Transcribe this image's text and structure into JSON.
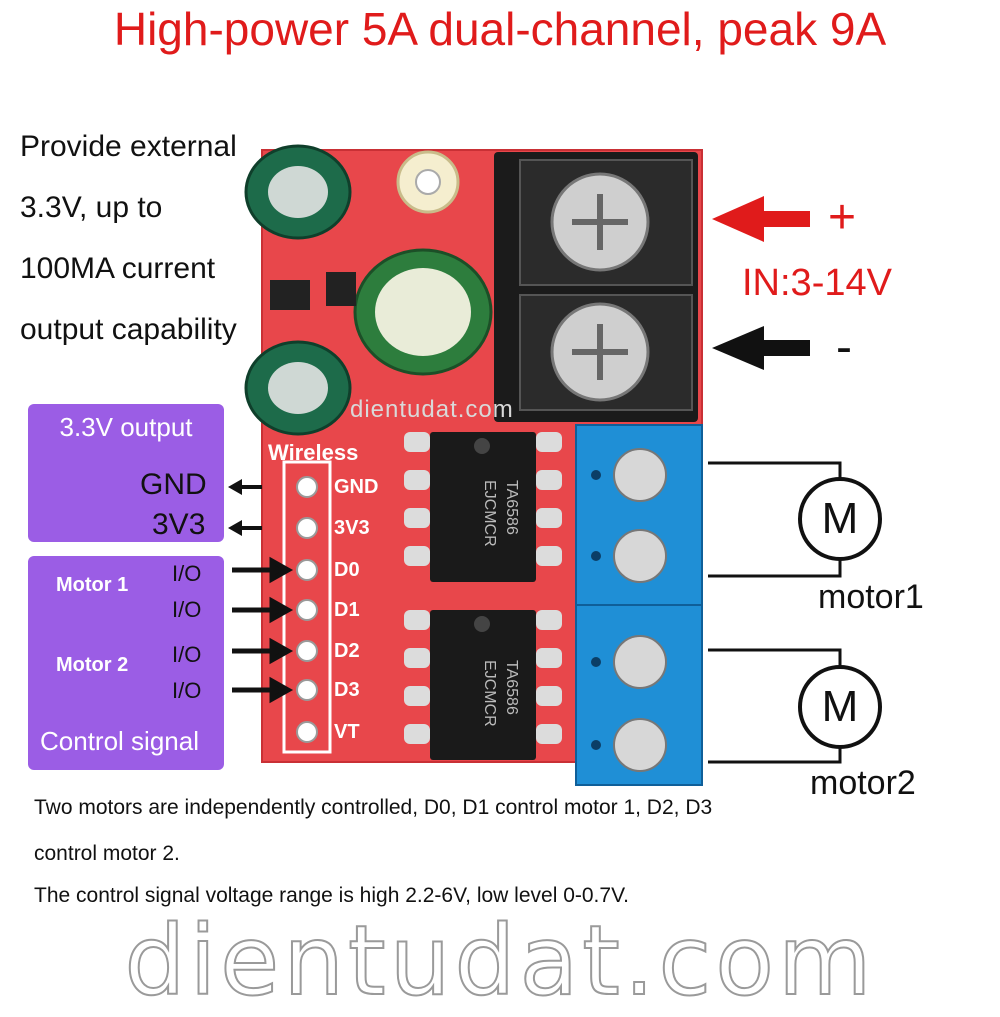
{
  "title": "High-power 5A dual-channel, peak 9A",
  "external_note": [
    "Provide external",
    "3.3V, up to",
    "100MA current",
    "output capability"
  ],
  "output_box": {
    "heading": "3.3V  output",
    "gnd": "GND",
    "v33": "3V3"
  },
  "control_box": {
    "motor1": "Motor 1",
    "motor2": "Motor 2",
    "io": [
      "I/O",
      "I/O",
      "I/O",
      "I/O"
    ],
    "footer": "Control signal"
  },
  "board": {
    "silk_text": "Wireless",
    "pins": [
      "GND",
      "3V3",
      "D0",
      "D1",
      "D2",
      "D3",
      "VT"
    ],
    "chip_markings": [
      "TA6586",
      "EJCMCR"
    ]
  },
  "power_input": {
    "plus": "+",
    "minus": "-",
    "range": "IN:3-14V"
  },
  "motors": [
    {
      "symbol": "M",
      "label": "motor1"
    },
    {
      "symbol": "M",
      "label": "motor2"
    }
  ],
  "description": [
    "Two motors are independently controlled, D0, D1 control motor 1, D2, D3",
    "control motor 2.",
    "The control signal voltage range is high 2.2-6V, low level 0-0.7V."
  ],
  "watermark": "dientudat.com",
  "colors": {
    "board": "#e8474b",
    "terminal_blue": "#1f8fd6",
    "title_red": "#e01b1b",
    "panel_purple": "#9b5de5"
  }
}
